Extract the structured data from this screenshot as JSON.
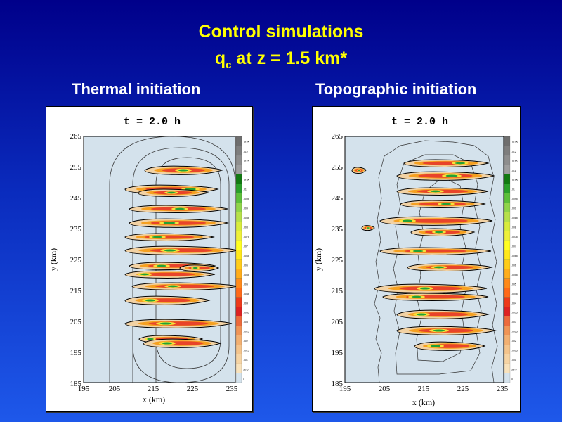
{
  "slide": {
    "title_line1": "Control simulations",
    "title_line2_pre": "q",
    "title_line2_sub": "c",
    "title_line2_post": " at z = 1.5 km*"
  },
  "panels": [
    {
      "label": "Thermal initiation",
      "time_label": "t = 2.0 h",
      "xlabel": "x (km)",
      "ylabel": "y (km)",
      "xticks": [
        "195",
        "205",
        "215",
        "225",
        "235"
      ],
      "yticks": [
        "265",
        "255",
        "245",
        "235",
        "225",
        "215",
        "205",
        "195",
        "185"
      ],
      "colorbar_labels": [
        ".0125",
        ".012",
        ".0115",
        ".011",
        ".0105",
        ".01",
        ".0095",
        ".009",
        ".0085",
        ".008",
        ".0075",
        ".007",
        ".0065",
        ".006",
        ".0055",
        ".005",
        ".0045",
        ".004",
        ".0035",
        ".003",
        ".0025",
        ".002",
        ".0015",
        ".001",
        "5E-5",
        "0"
      ]
    },
    {
      "label": "Topographic initiation",
      "time_label": "t = 2.0 h",
      "xlabel": "x (km)",
      "ylabel": "y (km)",
      "xticks": [
        "195",
        "205",
        "215",
        "225",
        "235"
      ],
      "yticks": [
        "265",
        "255",
        "245",
        "235",
        "225",
        "215",
        "205",
        "195",
        "185"
      ],
      "colorbar_labels": [
        ".0125",
        ".012",
        ".0115",
        ".011",
        ".0105",
        ".01",
        ".0095",
        ".009",
        ".0085",
        ".008",
        ".0075",
        ".007",
        ".0065",
        ".006",
        ".0055",
        ".005",
        ".0045",
        ".004",
        ".0035",
        ".003",
        ".0025",
        ".002",
        ".0015",
        ".001",
        "5E-5",
        "0"
      ]
    }
  ],
  "colors": {
    "title": "#ffff00",
    "plot_background": "#d4e2ec",
    "cloud_edge": "#f2d2a4",
    "cloud_mid": "#e8442a",
    "cloud_core": "#23a035"
  }
}
